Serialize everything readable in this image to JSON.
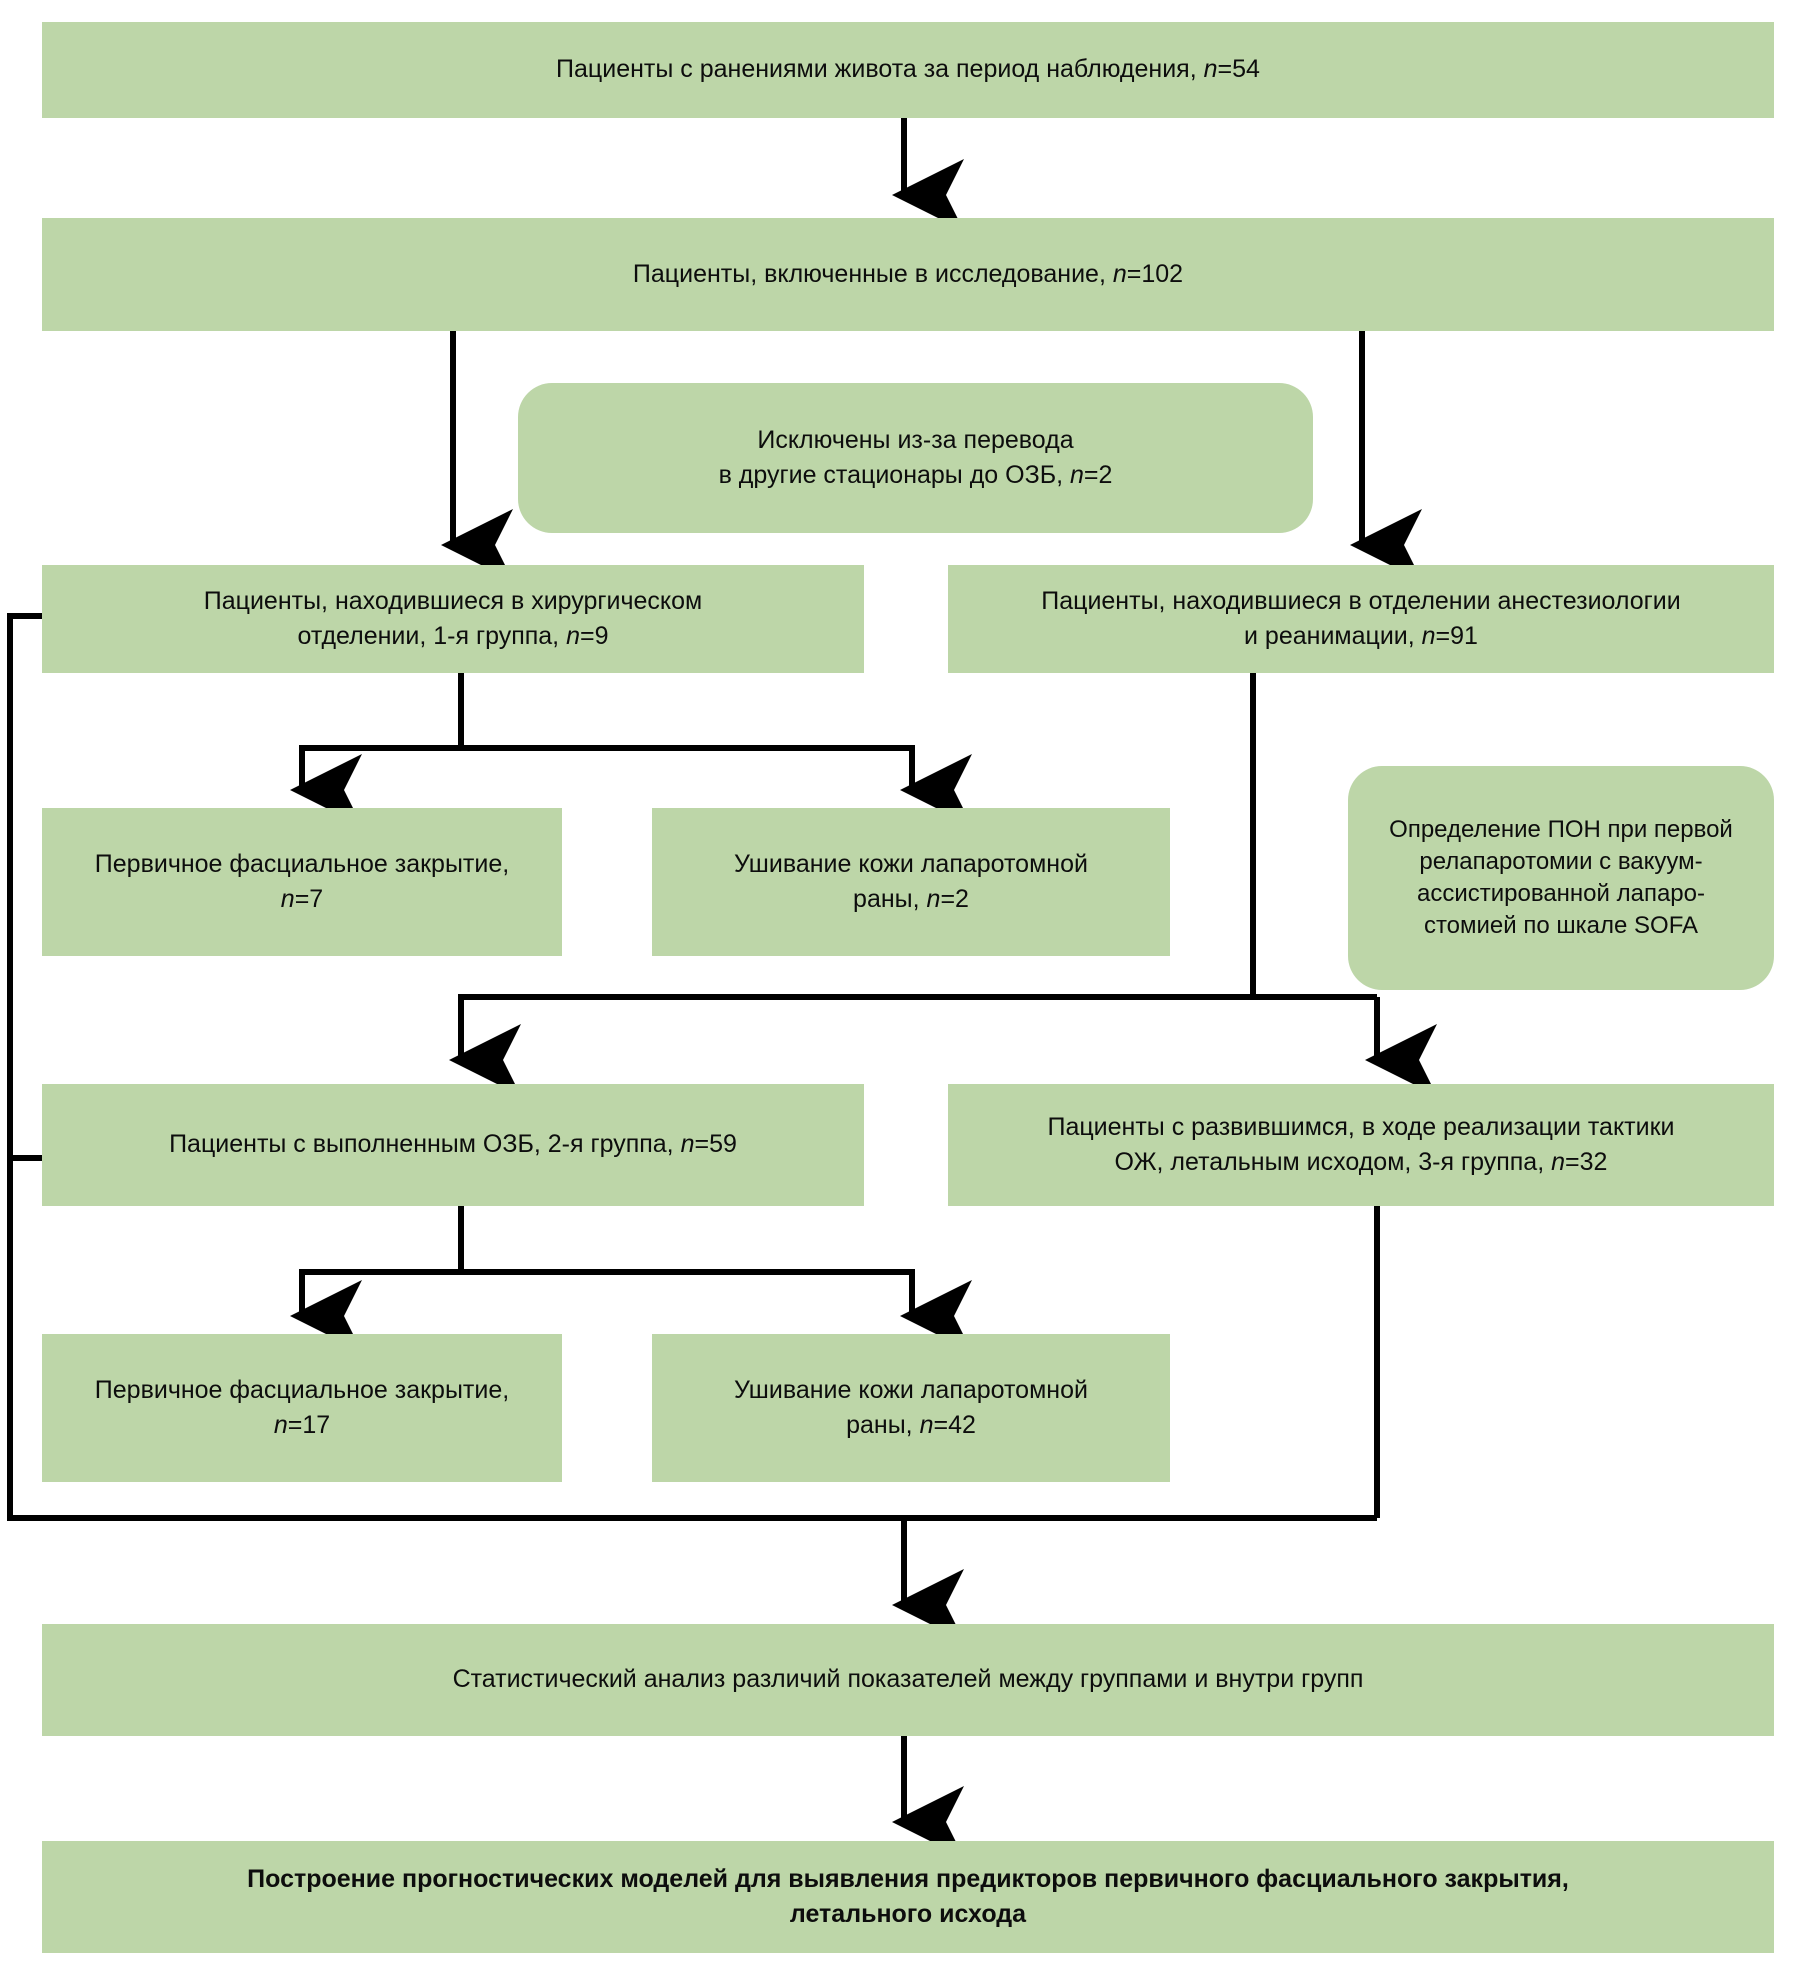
{
  "diagram": {
    "type": "flowchart",
    "title": "Patient flow diagram (abdominal wounds study)",
    "language": "ru",
    "palette": {
      "node_fill": "#bdd6a8",
      "connector": "#000000",
      "text": "#0d0d0d",
      "background": "#ffffff"
    },
    "nodes": [
      {
        "id": "total-patients",
        "shape": "rectangle",
        "text": "Пациенты с ранениями живота за период наблюдения, n=54"
      },
      {
        "id": "included-patients",
        "shape": "rectangle",
        "text": "Пациенты, включенные в исследование, n=102"
      },
      {
        "id": "excluded-transfer",
        "shape": "rounded-rectangle",
        "text": "Исключены из-за перевода\nв другие стационары до ОЗБ, n=2"
      },
      {
        "id": "group1-surgical",
        "shape": "rectangle",
        "text": "Пациенты, находившиеся в хирургическом\nотделении, 1-я группа, n=9"
      },
      {
        "id": "icu-patients",
        "shape": "rectangle",
        "text": "Пациенты, находившиеся в отделении анестезиологии\nи реанимации, n=91"
      },
      {
        "id": "primary-fascial-closure-7",
        "shape": "rectangle",
        "text": "Первичное фасциальное закрытие,\nn=7"
      },
      {
        "id": "skin-suture-2",
        "shape": "rectangle",
        "text": "Ушивание кожи лапаротомной\nраны, n=2"
      },
      {
        "id": "sofa-assessment",
        "shape": "rounded-rectangle",
        "text": "Определение ПОН при первой\nрелапаротомии с вакуум-\nассистированной лапаро-\nстомией по шкале SOFA"
      },
      {
        "id": "group2-ozb",
        "shape": "rectangle",
        "text": "Пациенты с выполненным ОЗБ, 2-я группа, n=59"
      },
      {
        "id": "group3-lethal",
        "shape": "rectangle",
        "text": "Пациенты с развившимся, в ходе реализации тактики\nОЖ, летальным исходом, 3-я группа, n=32"
      },
      {
        "id": "primary-fascial-closure-17",
        "shape": "rectangle",
        "text": "Первичное фасциальное закрытие,\nn=17"
      },
      {
        "id": "skin-suture-42",
        "shape": "rectangle",
        "text": "Ушивание кожи лапаротомной\nраны, n=42"
      },
      {
        "id": "statistical-analysis",
        "shape": "rectangle",
        "text": "Статистический анализ различий показателей между группами и внутри групп"
      },
      {
        "id": "predictive-models",
        "shape": "rectangle",
        "text": "Построение прогностических моделей для выявления предикторов первичного фасциального закрытия,\nлетального исхода"
      }
    ]
  }
}
